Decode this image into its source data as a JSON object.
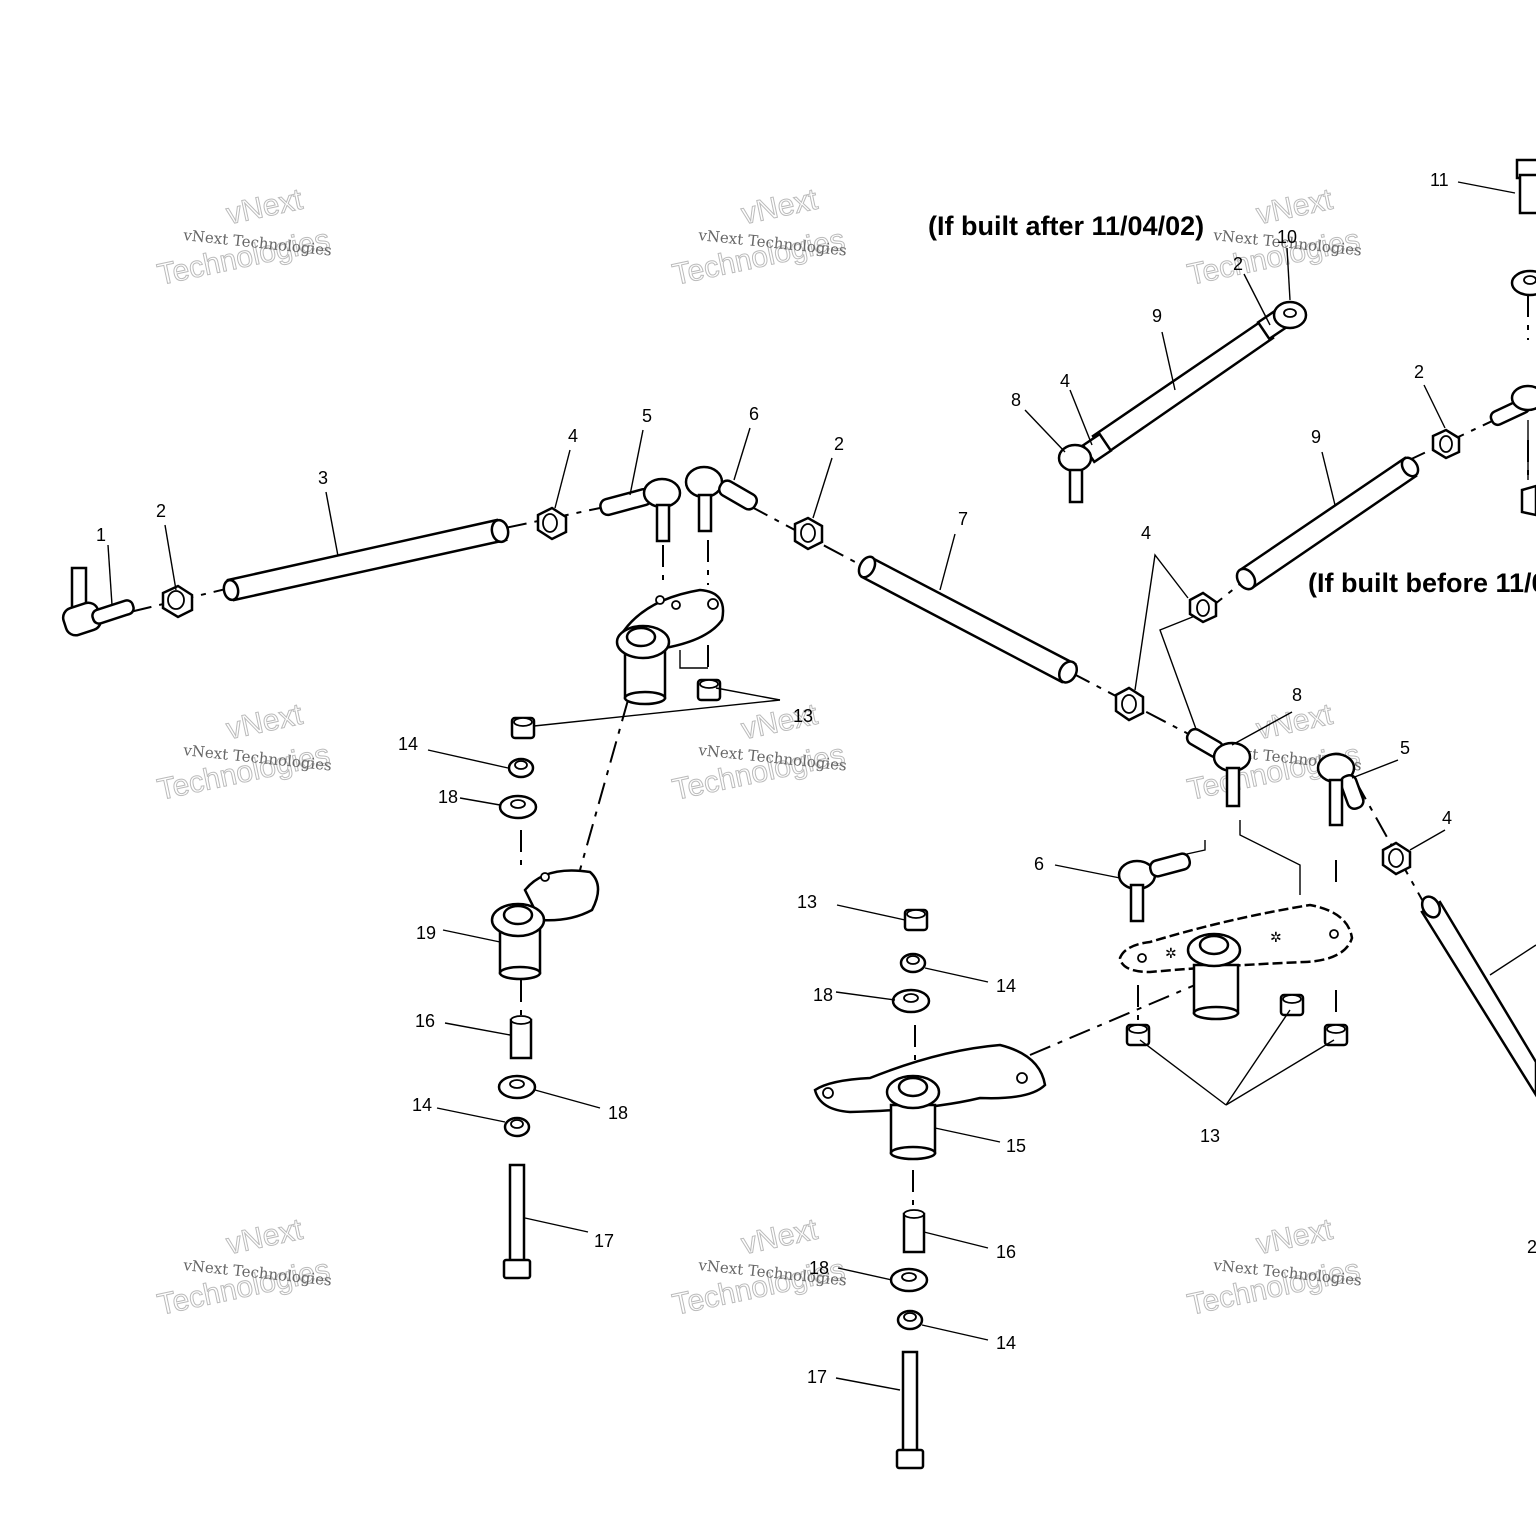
{
  "notes": {
    "after": "(If built after 11/04/02)",
    "before": "(If built before 11/0"
  },
  "watermark": {
    "line1": "vNext Technologies",
    "line2": "vNext",
    "line3": "Technologies"
  },
  "callouts": [
    {
      "id": "c1",
      "text": "1"
    },
    {
      "id": "c2a",
      "text": "2"
    },
    {
      "id": "c3",
      "text": "3"
    },
    {
      "id": "c4a",
      "text": "4"
    },
    {
      "id": "c5a",
      "text": "5"
    },
    {
      "id": "c6a",
      "text": "6"
    },
    {
      "id": "c2b",
      "text": "2"
    },
    {
      "id": "c7",
      "text": "7"
    },
    {
      "id": "c11",
      "text": "11"
    },
    {
      "id": "c10",
      "text": "10"
    },
    {
      "id": "c2c",
      "text": "2"
    },
    {
      "id": "c9a",
      "text": "9"
    },
    {
      "id": "c4b",
      "text": "4"
    },
    {
      "id": "c8a",
      "text": "8"
    },
    {
      "id": "c2d",
      "text": "2"
    },
    {
      "id": "c9b",
      "text": "9"
    },
    {
      "id": "c4c",
      "text": "4"
    },
    {
      "id": "c13a",
      "text": "13"
    },
    {
      "id": "c14a",
      "text": "14"
    },
    {
      "id": "c18a",
      "text": "18"
    },
    {
      "id": "c19",
      "text": "19"
    },
    {
      "id": "c16a",
      "text": "16"
    },
    {
      "id": "c14b",
      "text": "14"
    },
    {
      "id": "c18b",
      "text": "18"
    },
    {
      "id": "c17a",
      "text": "17"
    },
    {
      "id": "c8b",
      "text": "8"
    },
    {
      "id": "c5b",
      "text": "5"
    },
    {
      "id": "c4d",
      "text": "4"
    },
    {
      "id": "c6b",
      "text": "6"
    },
    {
      "id": "c13b",
      "text": "13"
    },
    {
      "id": "c14c",
      "text": "14"
    },
    {
      "id": "c18c",
      "text": "18"
    },
    {
      "id": "c15",
      "text": "15"
    },
    {
      "id": "c13c",
      "text": "13"
    },
    {
      "id": "c16b",
      "text": "16"
    },
    {
      "id": "c18d",
      "text": "18"
    },
    {
      "id": "c14d",
      "text": "14"
    },
    {
      "id": "c17b",
      "text": "17"
    },
    {
      "id": "c2e",
      "text": "2"
    }
  ]
}
